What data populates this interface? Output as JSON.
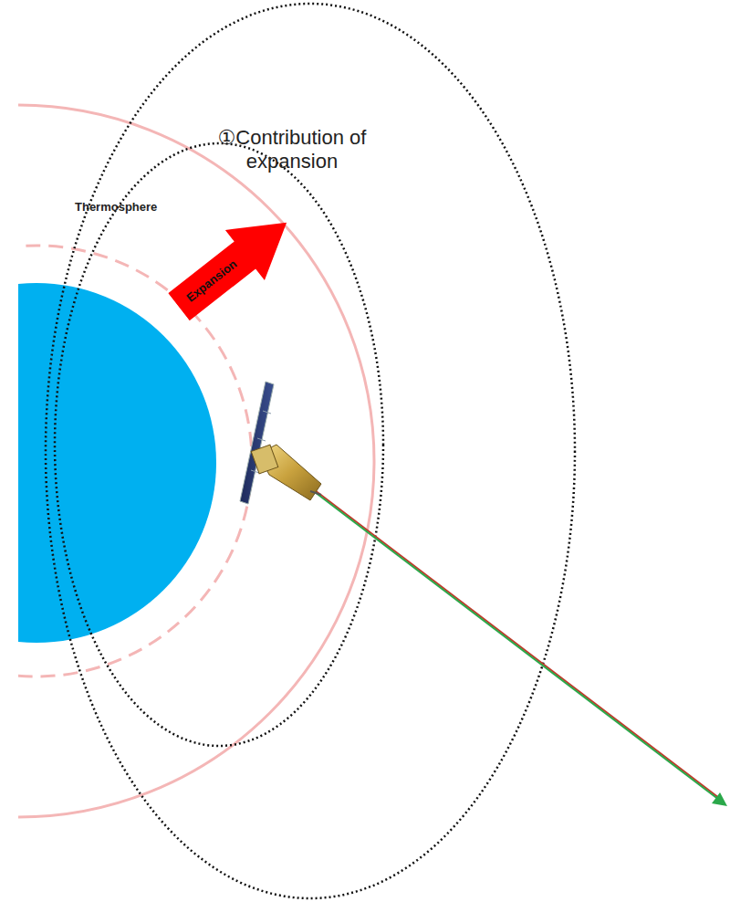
{
  "diagram": {
    "nodes": [
      {
        "text": [
          "Expansion"
        ]
      }
    ],
    "labels": [
      "①Contribution of expansion",
      "Thermosphere"
    ]
  }
}
